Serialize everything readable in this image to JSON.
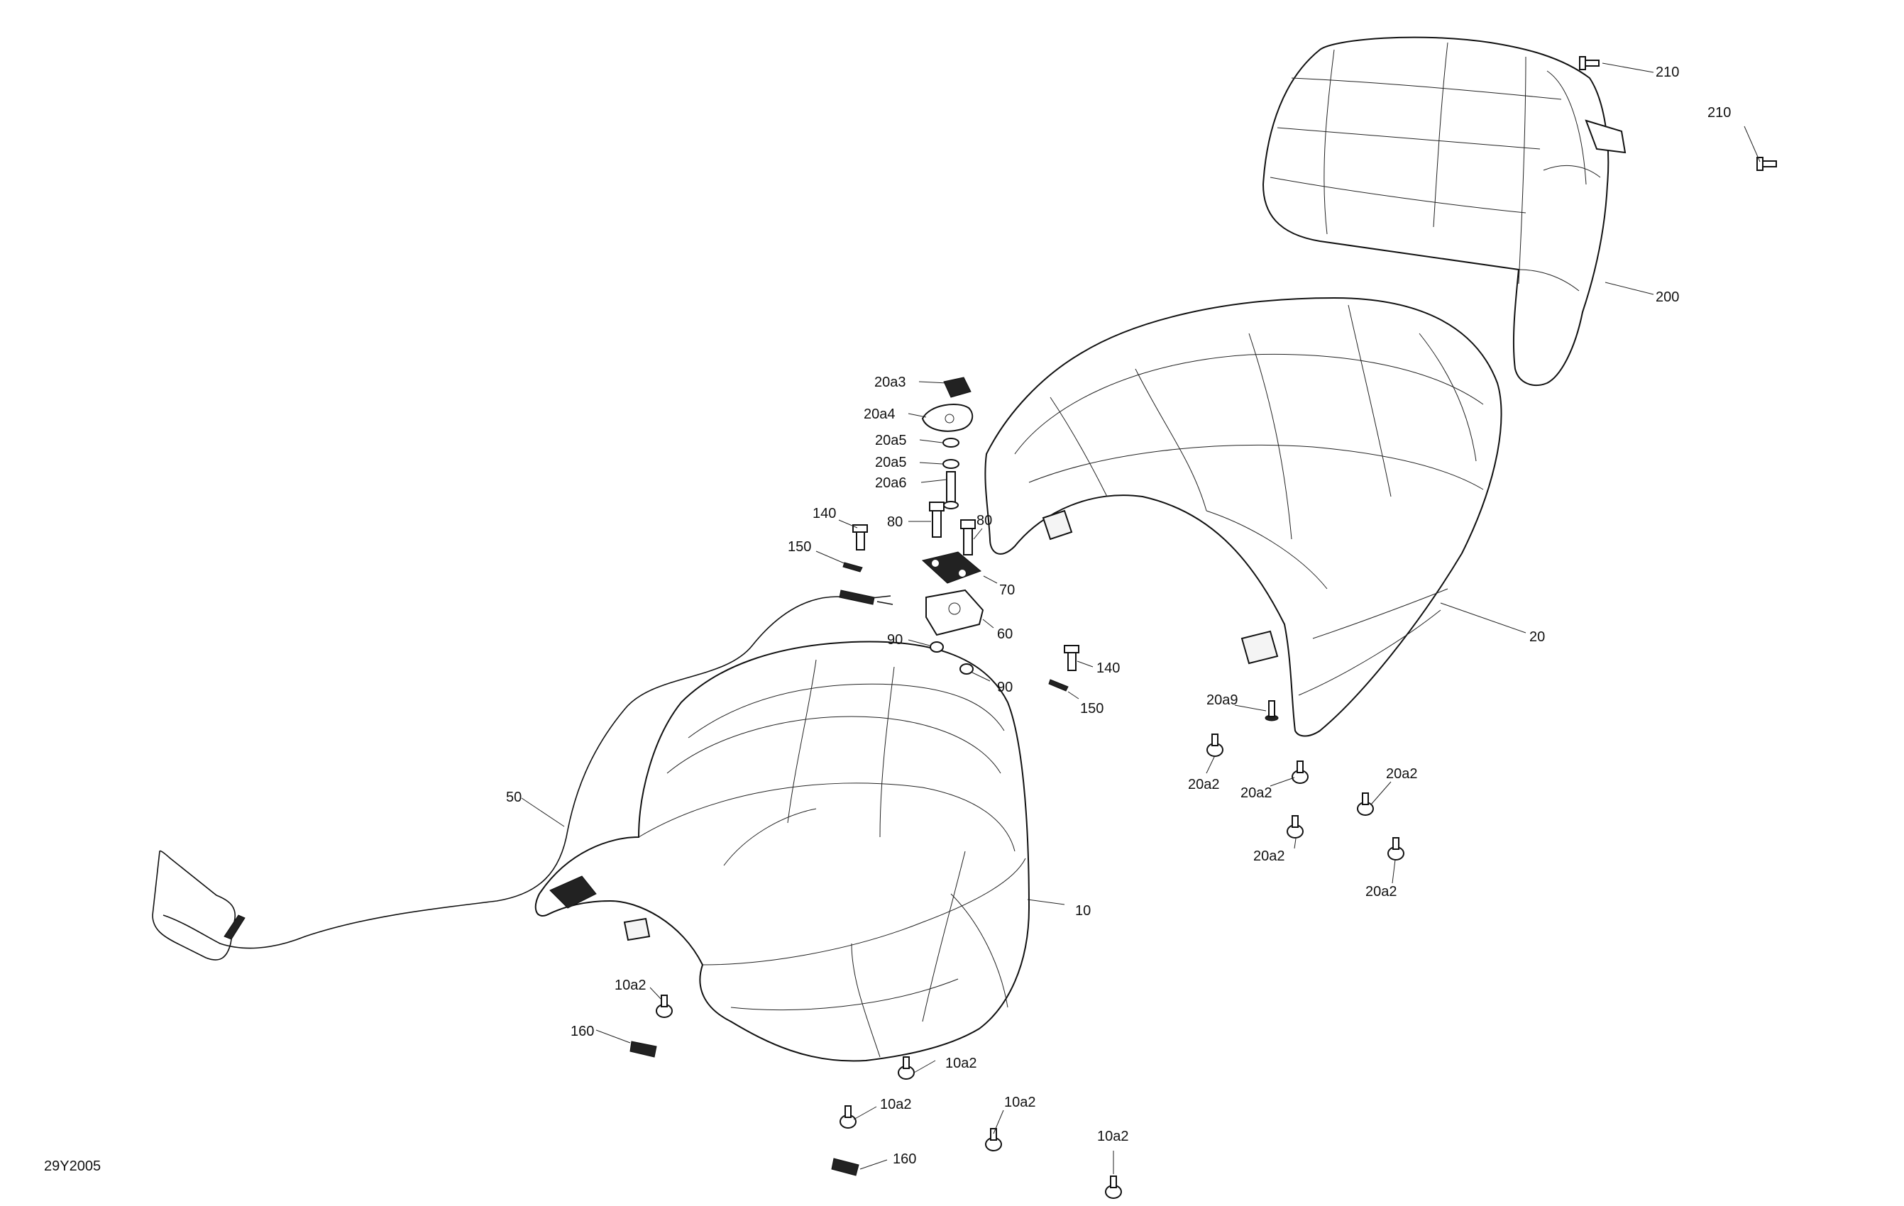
{
  "diagram": {
    "reference_code": "29Y2005",
    "callouts": {
      "c210a": "210",
      "c210b": "210",
      "c200": "200",
      "c20": "20",
      "c20a3": "20a3",
      "c20a4": "20a4",
      "c20a5a": "20a5",
      "c20a5b": "20a5",
      "c20a6": "20a6",
      "c140a": "140",
      "c80a": "80",
      "c80b": "80",
      "c150a": "150",
      "c70": "70",
      "c60": "60",
      "c90a": "90",
      "c90b": "90",
      "c140b": "140",
      "c150b": "150",
      "c20a9": "20a9",
      "c20a2a": "20a2",
      "c20a2b": "20a2",
      "c20a2c": "20a2",
      "c20a2d": "20a2",
      "c20a2e": "20a2",
      "c50": "50",
      "c10": "10",
      "c10a2a": "10a2",
      "c160a": "160",
      "c10a2b": "10a2",
      "c10a2c": "10a2",
      "c10a2d": "10a2",
      "c10a2e": "10a2",
      "c160b": "160"
    }
  }
}
